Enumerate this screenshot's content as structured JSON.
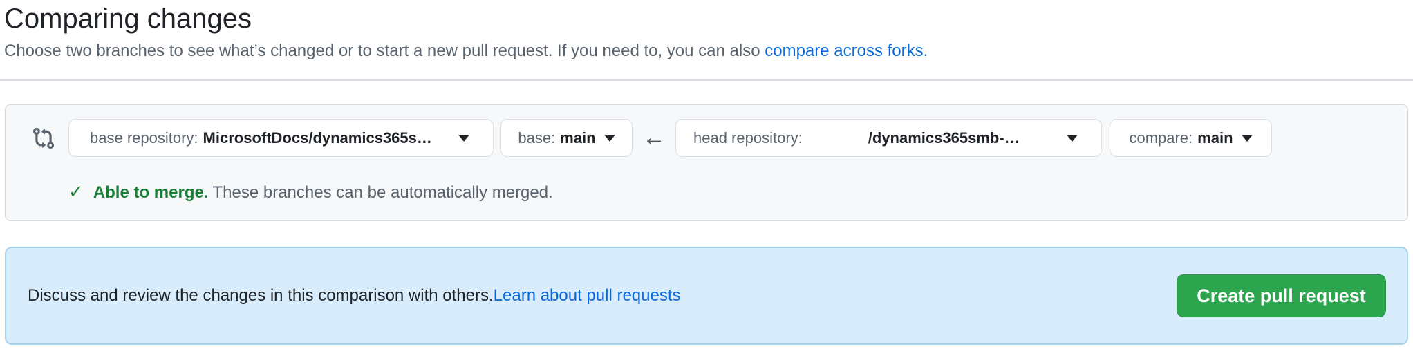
{
  "header": {
    "title": "Comparing changes",
    "subtitle": "Choose two branches to see what’s changed or to start a new pull request. If you need to, you can also ",
    "subtitle_link": "compare across forks."
  },
  "compare_bar": {
    "base_repository": {
      "label": "base repository:",
      "value": "MicrosoftDocs/dynamics365s…"
    },
    "base_branch": {
      "label": "base:",
      "value": "main"
    },
    "head_repository": {
      "label": "head repository:",
      "value": "/dynamics365smb-…"
    },
    "compare_branch": {
      "label": "compare:",
      "value": "main"
    },
    "merge_status": {
      "title": "Able to merge.",
      "description": "These branches can be automatically merged."
    }
  },
  "banner": {
    "message": "Discuss and review the changes in this comparison with others. ",
    "link": "Learn about pull requests",
    "button_label": "Create pull request"
  },
  "icons": {
    "arrow_left": "←",
    "check": "✓"
  },
  "colors": {
    "accent_blue": "#0969da",
    "success_green": "#1a7f37",
    "button_green": "#2da44e",
    "toolbar_bg": "#f6f8fa",
    "toolbar_border": "#d0d7de",
    "banner_bg": "#d8ecfb",
    "banner_border": "#a9d2f0"
  }
}
